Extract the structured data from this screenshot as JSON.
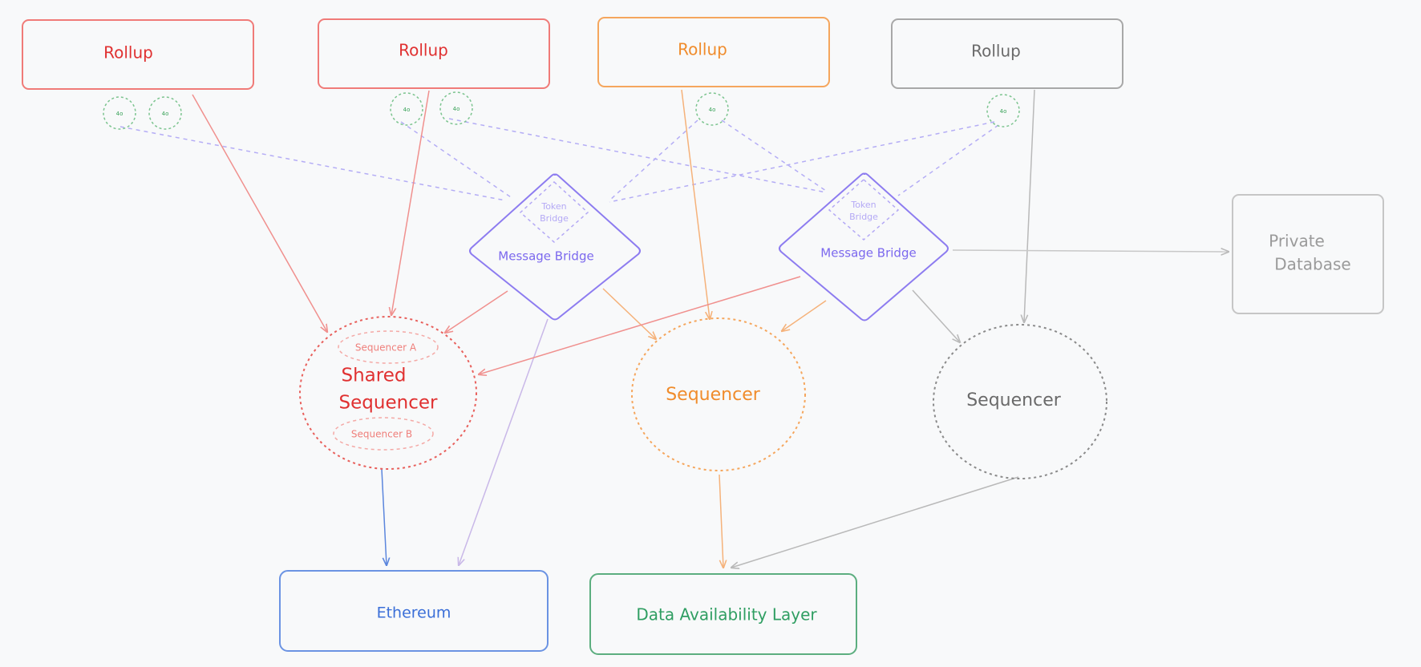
{
  "colors": {
    "background": "#f8f9fa",
    "red": "#e03131",
    "light_red": "#f0908e",
    "orange": "#f08c2c",
    "gray": "#6a6a6a",
    "light_gray": "#b9b9b9",
    "purple": "#7b68ee",
    "light_purple": "#a9a0f5",
    "green": "#3aa35a",
    "blue": "#3b6fd8",
    "teal_green": "#2f9e62"
  },
  "rollups": [
    {
      "label": "Rollup",
      "color": "#e03131"
    },
    {
      "label": "Rollup",
      "color": "#e03131"
    },
    {
      "label": "Rollup",
      "color": "#f08c2c"
    },
    {
      "label": "Rollup",
      "color": "#6a6a6a"
    }
  ],
  "app_badges": [
    {
      "label": "4o"
    },
    {
      "label": "4o"
    },
    {
      "label": "4o"
    },
    {
      "label": "4o"
    },
    {
      "label": "4o"
    },
    {
      "label": "4o"
    }
  ],
  "message_bridges": [
    {
      "label": "Message Bridge",
      "token_bridge": [
        "Token",
        "Bridge"
      ]
    },
    {
      "label": "Message Bridge",
      "token_bridge": [
        "Token",
        "Bridge"
      ]
    }
  ],
  "shared_sequencer": {
    "title": [
      "Shared",
      "Sequencer"
    ],
    "sub_a": "Sequencer A",
    "sub_b": "Sequencer B"
  },
  "sequencers": [
    {
      "label": "Sequencer",
      "color": "#f08c2c"
    },
    {
      "label": "Sequencer",
      "color": "#6a6a6a"
    }
  ],
  "private_database": {
    "lines": [
      "Private",
      "Database"
    ]
  },
  "ethereum": {
    "label": "Ethereum"
  },
  "data_availability": {
    "label": "Data Availability Layer"
  }
}
